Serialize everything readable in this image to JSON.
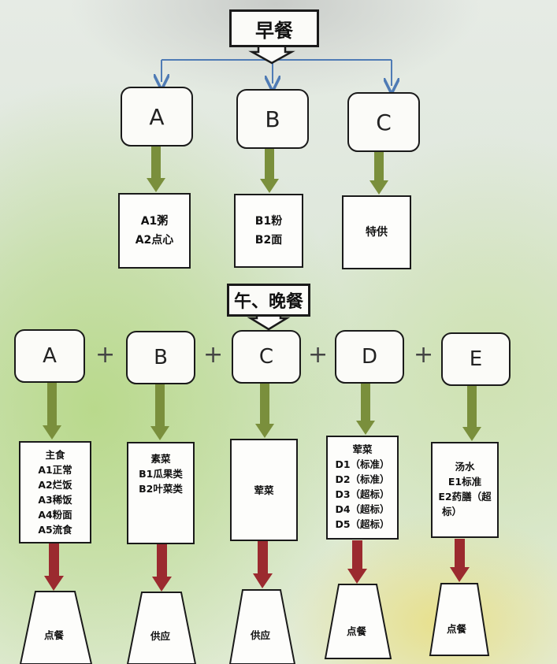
{
  "breakfast": {
    "title": "早餐",
    "options": [
      {
        "letter": "A",
        "items": [
          "A1粥",
          "A2点心"
        ]
      },
      {
        "letter": "B",
        "items": [
          "B1粉",
          "B2面"
        ]
      },
      {
        "letter": "C",
        "items": [
          "特供"
        ]
      }
    ]
  },
  "lunch_dinner": {
    "title": "午、晚餐",
    "plus": "+",
    "columns": [
      {
        "letter": "A",
        "items": [
          "主食",
          "A1正常",
          "A2烂饭",
          "A3稀饭",
          "A4粉面",
          "A5流食"
        ],
        "output": "点餐"
      },
      {
        "letter": "B",
        "items": [
          "素菜",
          "B1瓜果类",
          "B2叶菜类"
        ],
        "output": "供应"
      },
      {
        "letter": "C",
        "items": [
          "荤菜"
        ],
        "output": "供应"
      },
      {
        "letter": "D",
        "items": [
          "荤菜",
          "D1（标准）",
          "D2（标准）",
          "D3（超标）",
          "D4（超标）",
          "D5（超标）"
        ],
        "output": "点餐"
      },
      {
        "letter": "E",
        "items": [
          "汤水",
          "E1标准",
          "E2药膳（超",
          "标）"
        ],
        "output": "点餐"
      }
    ]
  },
  "colors": {
    "blue_arrow": "#4f7bb5",
    "green_arrow": "#7a8f3c",
    "red_arrow": "#9b2a2f",
    "box_border": "#1a1a1a"
  }
}
